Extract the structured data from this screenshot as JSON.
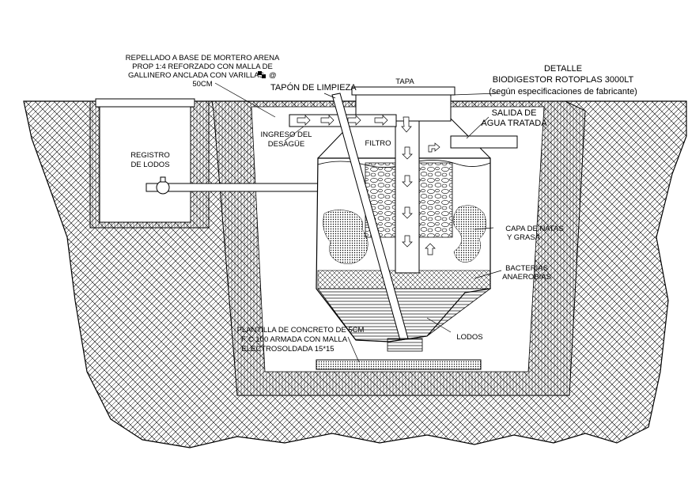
{
  "title": {
    "line1": "DETALLE",
    "line2": "BIODIGESTOR ROTOPLAS 3000LT",
    "line3": "(según especificaciones de fabricante)"
  },
  "labels": {
    "repellado": [
      "REPELLADO A BASE DE MORTERO ARENA",
      "PROP 1:4 REFORZADO CON MALLA DE",
      "GALLINERO ANCLADA CON VARILLAS",
      "50CM"
    ],
    "repellado_symbol": "@",
    "tapon": "TAPÓN DE LIMPIEZA",
    "tapa": "TAPA",
    "salida": [
      "SALIDA DE",
      "AGUA TRATADA"
    ],
    "ingreso": [
      "INGRESO DEL",
      "DESAGÜE"
    ],
    "filtro": "FILTRO",
    "registro": [
      "REGISTRO",
      "DE LODOS"
    ],
    "natas": [
      "CAPA DE NATAS",
      "Y GRASA"
    ],
    "bacterias": [
      "BACTERIAS",
      "ANAEROBIAS"
    ],
    "plantilla": [
      "PLANTILLA DE CONCRETO DE 5CM",
      "F´C 100 ARMADA CON MALLA",
      "ELECTROSOLDADA 15*15"
    ],
    "lodos": "LODOS"
  },
  "colors": {
    "line": "#000000",
    "background": "#ffffff"
  }
}
